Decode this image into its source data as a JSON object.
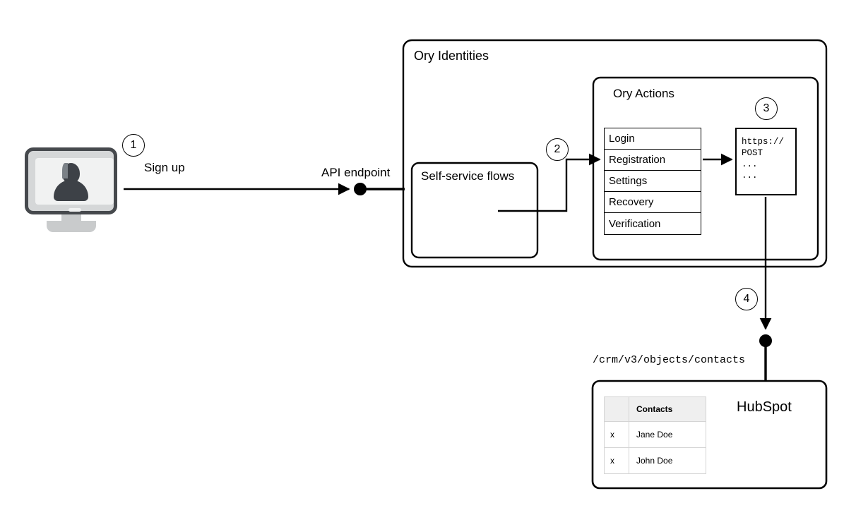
{
  "diagram": {
    "title_hidden": "",
    "steps": [
      {
        "num": "1"
      },
      {
        "num": "2"
      },
      {
        "num": "3"
      },
      {
        "num": "4"
      }
    ],
    "actor": {
      "icon": "user-monitor-icon",
      "action_label": "Sign up"
    },
    "api_endpoint_label": "API endpoint",
    "ory_identities": {
      "title": "Ory Identities",
      "self_service_flows": {
        "title": "Self-service flows"
      },
      "ory_actions": {
        "title": "Ory Actions",
        "flows": [
          {
            "label": "Login"
          },
          {
            "label": "Registration"
          },
          {
            "label": "Settings"
          },
          {
            "label": "Recovery"
          },
          {
            "label": "Verification"
          }
        ],
        "webhook": {
          "lines": [
            "https://",
            "POST",
            "...",
            "..."
          ]
        }
      }
    },
    "hubspot": {
      "title": "HubSpot",
      "endpoint_path": "/crm/v3/objects/contacts",
      "table": {
        "headers": [
          "",
          "Contacts"
        ],
        "rows": [
          {
            "mark": "x",
            "name": "Jane Doe"
          },
          {
            "mark": "x",
            "name": "John Doe"
          }
        ]
      }
    },
    "colors": {
      "stroke": "#000000",
      "background": "#ffffff",
      "table_header_bg": "#efefef",
      "table_border": "#d4d4d4",
      "monitor_bezel": "#46494d",
      "monitor_screen": "#f1f2f2",
      "monitor_stand": "#c9cbcc",
      "avatar": "#3d4147"
    }
  }
}
